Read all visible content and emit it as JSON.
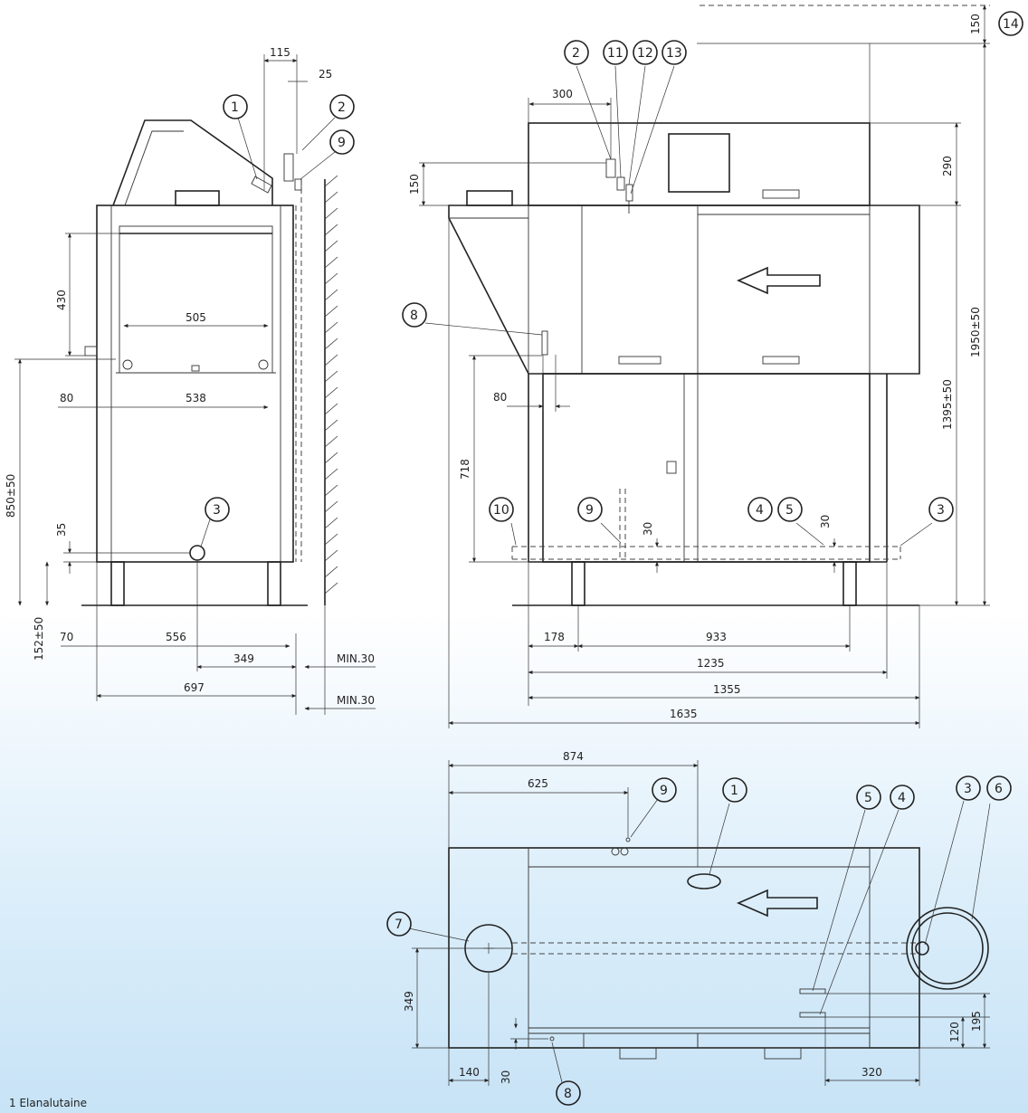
{
  "dims": {
    "side": {
      "d115": "115",
      "d25": "25",
      "d430": "430",
      "d505": "505",
      "d80": "80",
      "d538": "538",
      "d850": "850±50",
      "d35": "35",
      "d152": "152±50",
      "d70": "70",
      "d556": "556",
      "d349": "349",
      "d697": "697",
      "min1": "MIN.30",
      "min2": "MIN.30"
    },
    "front": {
      "d300": "300",
      "d150": "150",
      "d290": "290",
      "d150top": "150",
      "d1950": "1950±50",
      "d1395": "1395±50",
      "d718": "718",
      "d80": "80",
      "d30a": "30",
      "d30b": "30",
      "d178": "178",
      "d933": "933",
      "d1235": "1235",
      "d1355": "1355",
      "d1635": "1635"
    },
    "plan": {
      "d874": "874",
      "d625": "625",
      "d349": "349",
      "d140": "140",
      "d30": "30",
      "d320": "320",
      "d120": "120",
      "d195": "195"
    }
  },
  "callouts": {
    "side": {
      "c1": "1",
      "c2": "2",
      "c9": "9",
      "c3": "3"
    },
    "front": {
      "c2": "2",
      "c11": "11",
      "c12": "12",
      "c13": "13",
      "c14": "14",
      "c8": "8",
      "c10": "10",
      "c9": "9",
      "c4": "4",
      "c5": "5",
      "c3": "3"
    },
    "plan": {
      "c9": "9",
      "c1": "1",
      "c5": "5",
      "c4": "4",
      "c3": "3",
      "c6": "6",
      "c7": "7",
      "c8": "8"
    }
  },
  "legend": {
    "item1": "1  Elanalutaine"
  }
}
